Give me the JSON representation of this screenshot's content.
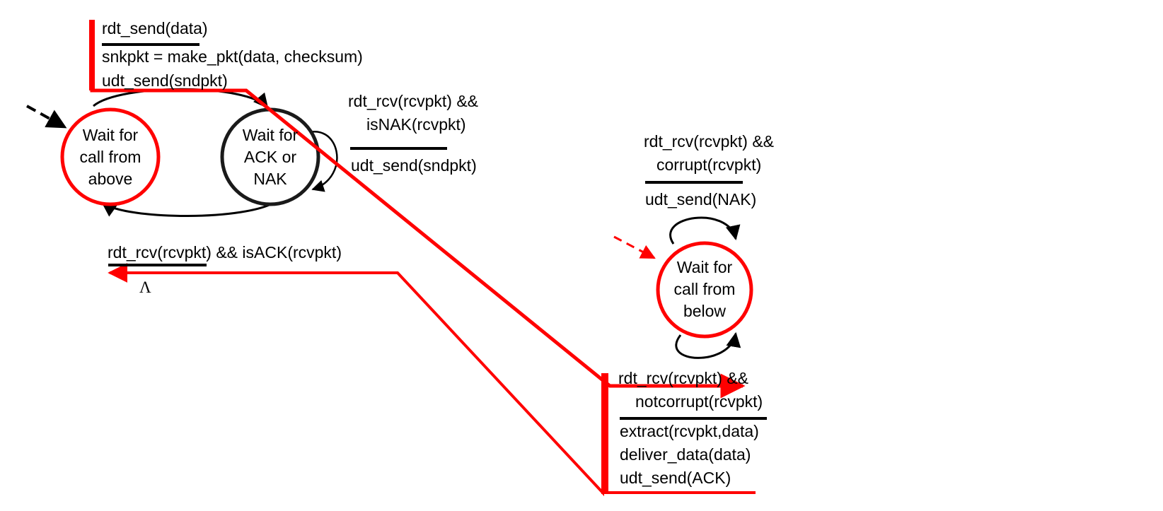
{
  "colors": {
    "highlight": "#ff0000",
    "ink": "#000000",
    "background": "#ffffff"
  },
  "states": {
    "sender_wait_call": [
      "Wait for",
      "call from",
      "above"
    ],
    "sender_wait_ack": [
      "Wait for",
      "ACK or",
      "NAK"
    ],
    "receiver_wait_call": [
      "Wait for",
      "call from",
      "below"
    ]
  },
  "transitions": {
    "send": {
      "event": "rdt_send(data)",
      "actions": [
        "snkpkt = make_pkt(data, checksum)",
        "udt_send(sndpkt)"
      ]
    },
    "nak_loop": {
      "event": [
        "rdt_rcv(rcvpkt) &&",
        "isNAK(rcvpkt)"
      ],
      "actions": [
        "udt_send(sndpkt)"
      ]
    },
    "ack": {
      "event": "rdt_rcv(rcvpkt) && isACK(rcvpkt)",
      "actions": [
        "Λ"
      ]
    },
    "corrupt_loop": {
      "event": [
        "rdt_rcv(rcvpkt) &&",
        "corrupt(rcvpkt)"
      ],
      "actions": [
        "udt_send(NAK)"
      ]
    },
    "notcorrupt": {
      "event": [
        "rdt_rcv(rcvpkt) &&",
        "notcorrupt(rcvpkt)"
      ],
      "actions": [
        "extract(rcvpkt,data)",
        "deliver_data(data)",
        "udt_send(ACK)"
      ]
    }
  }
}
